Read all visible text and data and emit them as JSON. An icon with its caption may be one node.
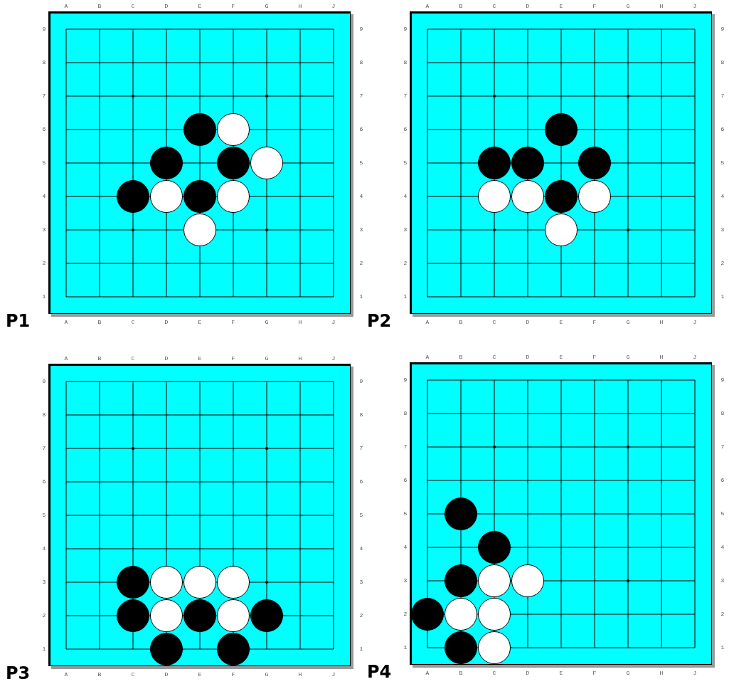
{
  "diagram": {
    "nodes": [
      {
        "text": [
          "P1"
        ]
      },
      {
        "text": [
          "P2"
        ]
      },
      {
        "text": [
          "P3"
        ]
      },
      {
        "text": [
          "P4"
        ]
      }
    ],
    "labels": [
      "A",
      "B",
      "C",
      "D",
      "E",
      "F",
      "G",
      "H",
      "J",
      "9",
      "9",
      "8",
      "8",
      "7",
      "7",
      "6",
      "6",
      "5",
      "5",
      "4",
      "4",
      "3",
      "3",
      "2",
      "2",
      "1",
      "1",
      "A",
      "B",
      "C",
      "D",
      "E",
      "F",
      "G",
      "H",
      "J",
      "A",
      "B",
      "C",
      "D",
      "E",
      "F",
      "G",
      "H",
      "J",
      "9",
      "9",
      "8",
      "8",
      "7",
      "7",
      "6",
      "6",
      "5",
      "5",
      "4",
      "4",
      "3",
      "3",
      "2",
      "2",
      "1",
      "1",
      "A",
      "B",
      "C",
      "D",
      "E",
      "F",
      "G",
      "H",
      "J",
      "A",
      "B",
      "C",
      "D",
      "E",
      "F",
      "G",
      "H",
      "J",
      "9",
      "9",
      "8",
      "8",
      "7",
      "7",
      "6",
      "6",
      "5",
      "5",
      "4",
      "4",
      "3",
      "3",
      "2",
      "2",
      "1",
      "1",
      "A",
      "B",
      "C",
      "D",
      "E",
      "F",
      "G",
      "H",
      "J",
      "A",
      "B",
      "C",
      "D",
      "E",
      "F",
      "G",
      "H",
      "J",
      "9",
      "9",
      "8",
      "8",
      "7",
      "7",
      "6",
      "6",
      "5",
      "5",
      "4",
      "4",
      "3",
      "3",
      "2",
      "2",
      "1",
      "1",
      "A",
      "B",
      "C",
      "D",
      "E",
      "F",
      "G",
      "H",
      "J"
    ]
  }
}
